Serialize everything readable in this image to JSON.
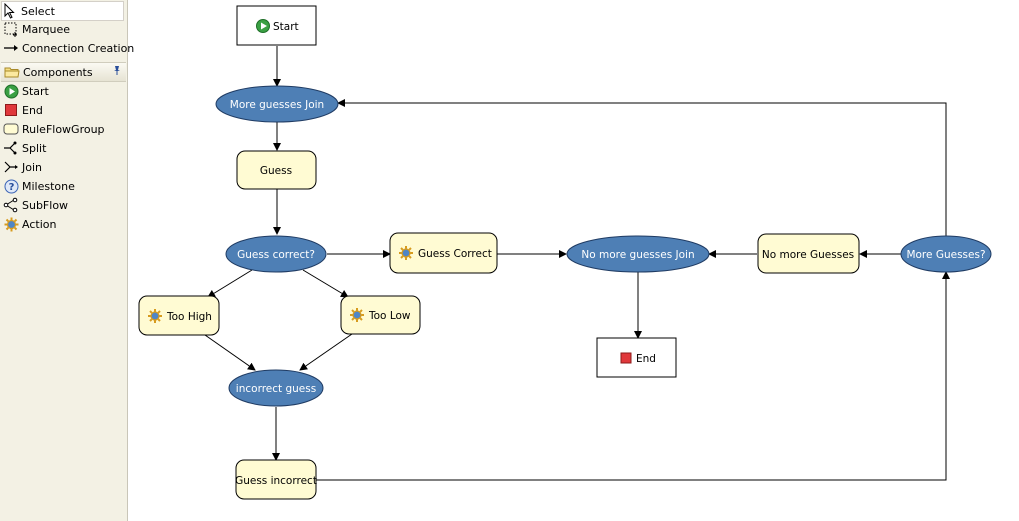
{
  "palette": {
    "tools": [
      {
        "label": "Select",
        "icon": "arrow-pointer-icon"
      },
      {
        "label": "Marquee",
        "icon": "marquee-icon"
      },
      {
        "label": "Connection Creation",
        "icon": "connection-arrow-icon"
      }
    ],
    "components_header": "Components",
    "components": [
      {
        "label": "Start",
        "icon": "start-play-icon"
      },
      {
        "label": "End",
        "icon": "end-stop-icon"
      },
      {
        "label": "RuleFlowGroup",
        "icon": "ruleflowgroup-icon"
      },
      {
        "label": "Split",
        "icon": "split-icon"
      },
      {
        "label": "Join",
        "icon": "join-icon"
      },
      {
        "label": "Milestone",
        "icon": "milestone-icon"
      },
      {
        "label": "SubFlow",
        "icon": "subflow-icon"
      },
      {
        "label": "Action",
        "icon": "action-gear-icon"
      }
    ]
  },
  "nodes": {
    "start": "Start",
    "more_guesses_join": "More guesses Join",
    "guess": "Guess",
    "guess_correct_split": "Guess  correct?",
    "guess_correct_action": "Guess Correct",
    "no_more_guesses_join": "No more guesses Join",
    "no_more_guesses": "No more Guesses",
    "more_guesses_split": "More Guesses?",
    "too_high": "Too High",
    "too_low": "Too Low",
    "end": "End",
    "incorrect_guess_join": "incorrect guess",
    "guess_incorrect": "Guess incorrect"
  },
  "colors": {
    "palette_bg": "#f3f1e4",
    "ellipse_fill": "#4e7fb5",
    "rulegroup_fill": "#fffbd3",
    "line": "#000000"
  }
}
